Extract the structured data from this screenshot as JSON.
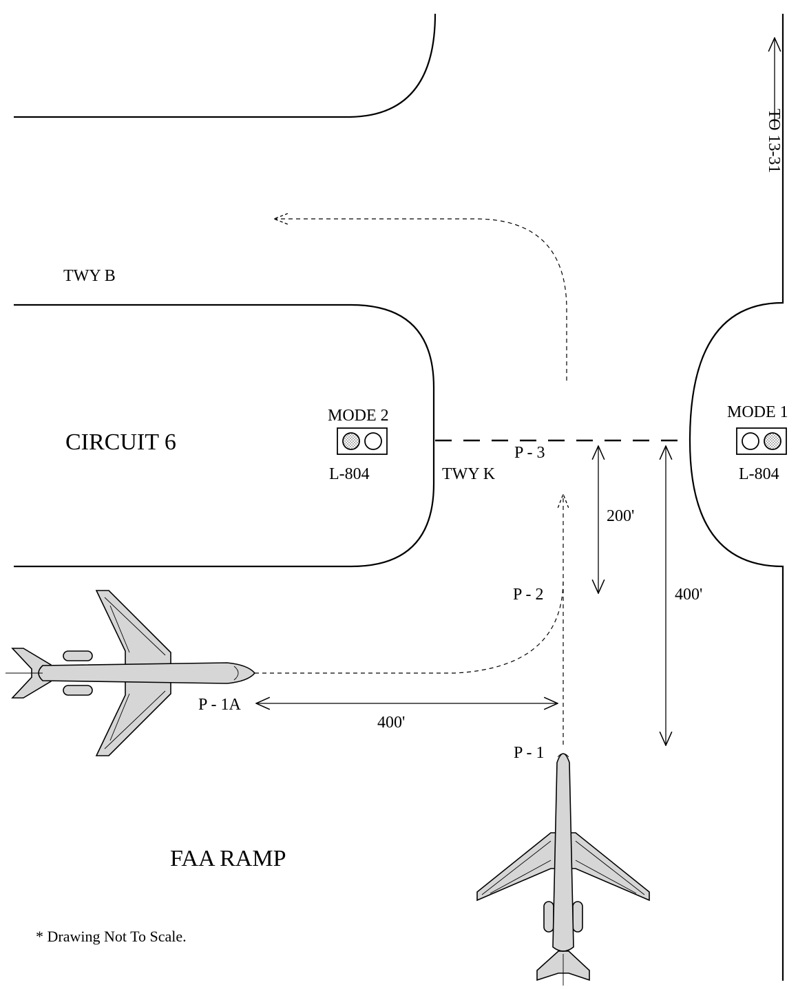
{
  "labels": {
    "twy_b": "TWY B",
    "twy_k": "TWY K",
    "circuit": "CIRCUIT 6",
    "ramp": "FAA RAMP",
    "to_runway": "TO 13-31",
    "note": "* Drawing Not To Scale."
  },
  "signs": [
    {
      "mode": "MODE 2",
      "type": "L-804",
      "lit": "left"
    },
    {
      "mode": "MODE 1",
      "type": "L-804",
      "lit": "right"
    }
  ],
  "positions": {
    "p1": "P - 1",
    "p1a": "P - 1A",
    "p2": "P - 2",
    "p3": "P - 3"
  },
  "dimensions": {
    "p3_to_p2": "200'",
    "p3_to_p1": "400'",
    "p1a_to_p1": "400'"
  },
  "colors": {
    "line": "#000000",
    "aircraft_fill": "#d6d6d6",
    "lit_lamp": "#a8a8a8"
  }
}
